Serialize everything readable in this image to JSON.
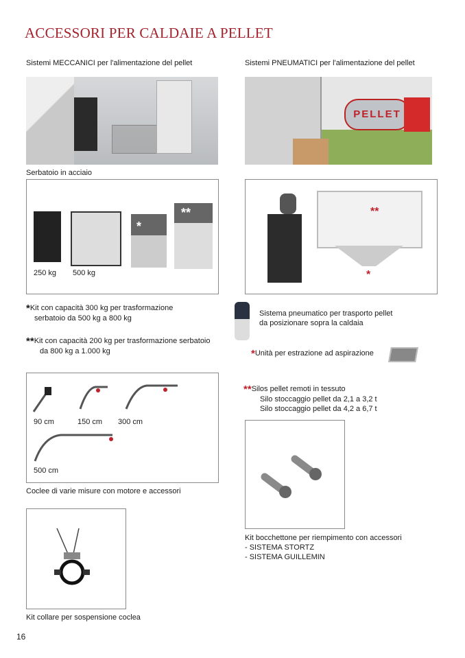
{
  "title": "ACCESSORI PER CALDAIE A PELLET",
  "left": {
    "heading": "Sistemi MECCANICI per l'alimentazione del pellet",
    "tank_caption": "Serbatoio in acciaio",
    "tank_labels": [
      "250 kg",
      "500 kg"
    ],
    "tank_marks": [
      "*",
      "**"
    ],
    "note1": {
      "star": "*",
      "line1": "Kit con capacità 300 kg per trasformazione",
      "line2": "serbatoio da 500 kg a 800 kg"
    },
    "note2": {
      "star": "**",
      "line1": "Kit con capacità 200 kg per trasformazione serbatoio",
      "line2": "da 800 kg a 1.000 kg"
    },
    "auger_labels": [
      "90 cm",
      "150 cm",
      "300 cm",
      "500 cm"
    ],
    "auger_caption": "Coclee di varie misure con motore e accessori",
    "collar_caption": "Kit collare per sospensione coclea"
  },
  "right": {
    "heading": "Sistemi PNEUMATICI per l'alimentazione del pellet",
    "truck_text": "PELLET",
    "silo_marks": [
      "**",
      "*"
    ],
    "pneumatic": {
      "line1": "Sistema pneumatico per trasporto pellet",
      "line2": "da posizionare sopra la caldaia"
    },
    "extraction": {
      "star": "*",
      "text": "Unità per estrazione ad aspirazione"
    },
    "silos": {
      "star": "**",
      "line1": "Silos pellet remoti in tessuto",
      "line2": "Silo stoccaggio pellet da 2,1 a 3,2 t",
      "line3": "Silo stoccaggio pellet da 4,2 a 6,7 t"
    },
    "kit": {
      "line1": "Kit bocchettone per riempimento con accessori",
      "line2": "- SISTEMA STORTZ",
      "line3": "- SISTEMA GUILLEMIN"
    }
  },
  "page_number": "16",
  "colors": {
    "title": "#a3232d",
    "star_red": "#c0202a"
  }
}
